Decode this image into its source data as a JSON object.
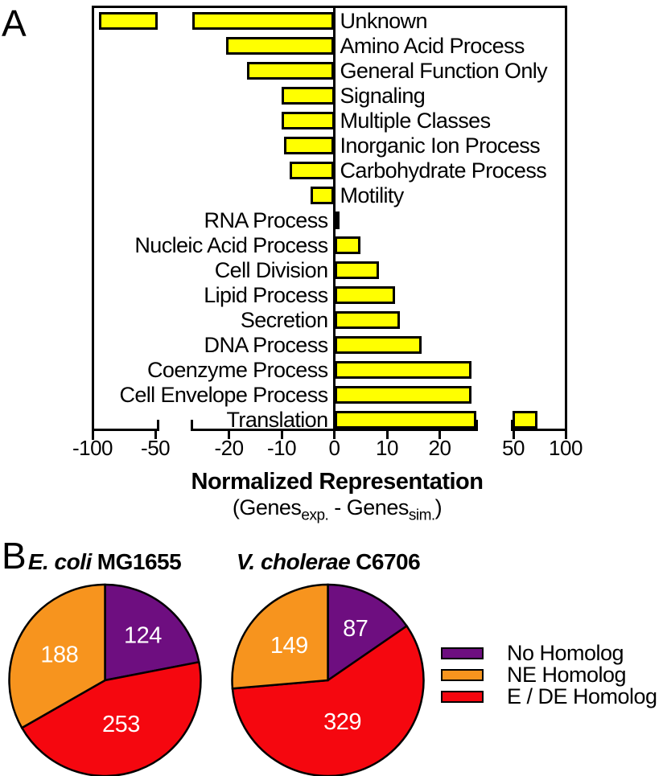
{
  "panel_a": {
    "label": "A"
  },
  "panel_b": {
    "label": "B",
    "legend": [
      {
        "label": "No Homolog",
        "color": "purple"
      },
      {
        "label": "NE Homolog",
        "color": "orange"
      },
      {
        "label": "E / DE Homolog",
        "color": "red"
      }
    ]
  },
  "colors": {
    "yellow": "#FFFF00",
    "purple": "#6E0E80",
    "orange": "#F7941E",
    "red": "#F5070F",
    "outline": "#000000",
    "slice_label": "#FFFFFF"
  },
  "chart_data": [
    {
      "type": "bar",
      "orientation": "horizontal",
      "xlabel": "Normalized Representation",
      "xlabel_sub_parts": {
        "p1": "(Genes",
        "sub1": "exp.",
        "p2": " - Genes",
        "sub2": "sim.",
        "p3": ")"
      },
      "categories": [
        "Unknown",
        "Amino Acid Process",
        "General Function Only",
        "Signaling",
        "Multiple Classes",
        "Inorganic Ion Process",
        "Carbohydrate Process",
        "Motility",
        "RNA Process",
        "Nucleic Acid Process",
        "Cell Division",
        "Lipid Process",
        "Secretion",
        "DNA Process",
        "Coenzyme Process",
        "Cell Envelope Process",
        "Translation"
      ],
      "values": [
        -95,
        -20.5,
        -16.5,
        -10,
        -10,
        -9.5,
        -8.5,
        -4.5,
        1,
        5,
        8.5,
        11.5,
        12.5,
        16.5,
        26,
        26,
        73
      ],
      "bar_color": "yellow",
      "axis": {
        "label_side_rule": "negative bars labeled right of zero, positive bars labeled left of zero",
        "breaks": true,
        "zero_line": true,
        "segments": [
          {
            "range": [
              -100,
              -48
            ],
            "ticks": [
              -100,
              -50
            ]
          },
          {
            "range": [
              -27,
              27
            ],
            "ticks": [
              -20,
              -10,
              0,
              10,
              20
            ]
          },
          {
            "range": [
              49,
              100
            ],
            "ticks": [
              50,
              100
            ]
          }
        ]
      }
    },
    {
      "type": "pie",
      "title": {
        "italic": "E. coli",
        "normal": "MG1655"
      },
      "total": 565,
      "start_angle_deg": 0,
      "direction": "clockwise",
      "slices": [
        {
          "label": "No Homolog",
          "value": 124,
          "color": "purple",
          "label_r": 0.62
        },
        {
          "label": "E / DE Homolog",
          "value": 253,
          "color": "red",
          "label_r": 0.48
        },
        {
          "label": "NE Homolog",
          "value": 188,
          "color": "orange",
          "label_r": 0.55
        }
      ]
    },
    {
      "type": "pie",
      "title": {
        "italic": "V. cholerae",
        "normal": "C6706"
      },
      "total": 565,
      "start_angle_deg": 0,
      "direction": "clockwise",
      "slices": [
        {
          "label": "No Homolog",
          "value": 87,
          "color": "purple",
          "label_r": 0.62
        },
        {
          "label": "E / DE Homolog",
          "value": 329,
          "color": "red",
          "label_r": 0.45
        },
        {
          "label": "NE Homolog",
          "value": 149,
          "color": "orange",
          "label_r": 0.55
        }
      ]
    }
  ]
}
